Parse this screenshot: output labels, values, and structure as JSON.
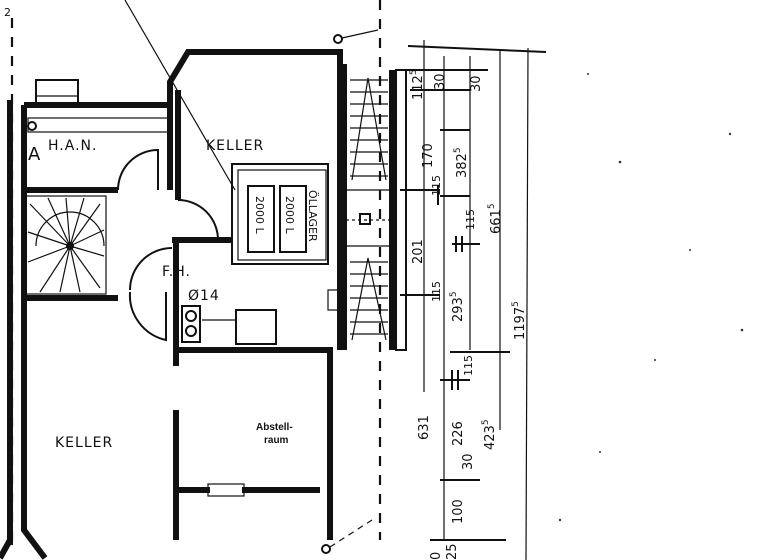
{
  "plan": {
    "rooms": {
      "hausanschluss": "H.A.N.",
      "mark_a": "A",
      "keller_top": "KELLER",
      "keller_bottom": "KELLER",
      "oellager": "ÖLLAGER",
      "tank_1": "2000 L",
      "tank_2": "2000 L",
      "feuerung": "F.H.",
      "chimney": "Ø14",
      "abstell_1": "Abstell-",
      "abstell_2": "raum"
    },
    "top_marks": {
      "left": "2"
    },
    "dims": {
      "d1125": "112",
      "d1125_sup": "5",
      "d30a": "30",
      "d30b": "30",
      "d3825": "382",
      "d3825_sup": "5",
      "d170": "170",
      "d115a": "115",
      "d6615": "661",
      "d6615_sup": "5",
      "d115b": "115",
      "d201": "201",
      "d11975": "1197",
      "d11975_sup": "5",
      "d2935": "293",
      "d2935_sup": "5",
      "d115c": "115",
      "d115d": "115",
      "d631": "631",
      "d226": "226",
      "d4235": "423",
      "d4235_sup": "5",
      "d30c": "30",
      "d100": "100",
      "d0": "0",
      "d25": "25"
    }
  }
}
